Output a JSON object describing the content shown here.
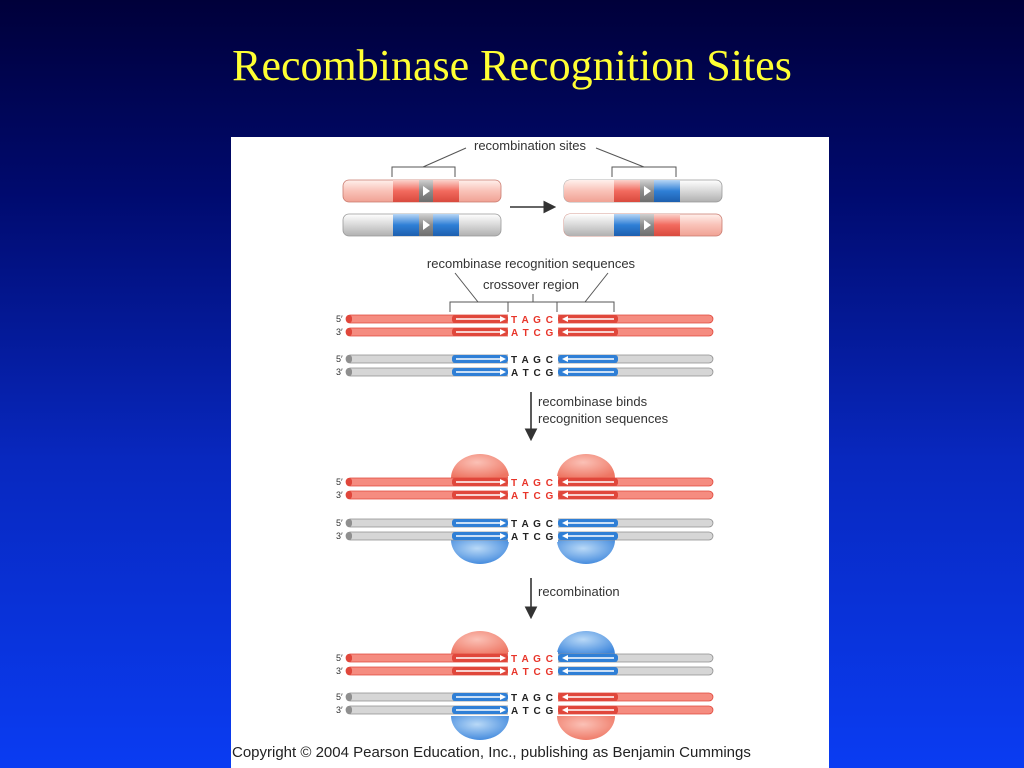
{
  "slide": {
    "title": "Recombinase Recognition Sites",
    "copyright": "Copyright © 2004 Pearson Education, Inc., publishing as Benjamin Cummings"
  },
  "colors": {
    "background": "#0a2fd6",
    "title": "#ffff33",
    "red_dna": "#f47a6e",
    "pink_dna": "#f9c2b8",
    "blue_dna": "#2f7fd6",
    "gray_dna": "#cfcfcf",
    "red_protein": "#f08070",
    "blue_protein": "#5a9de6"
  },
  "labels": {
    "recombination_sites": "recombination sites",
    "recognition_sequences": "recombinase recognition sequences",
    "crossover_region": "crossover region",
    "step1_line1": "recombinase binds",
    "step1_line2": "recognition sequences",
    "step2": "recombination"
  },
  "strand_ends": {
    "five_prime": "5′",
    "three_prime": "3′"
  },
  "sequences": {
    "top_strand": "T A G C",
    "bottom_strand": "A T C G"
  },
  "icons": [
    "arrow-right-icon",
    "arrow-down-icon",
    "recombinase-protein-icon"
  ]
}
